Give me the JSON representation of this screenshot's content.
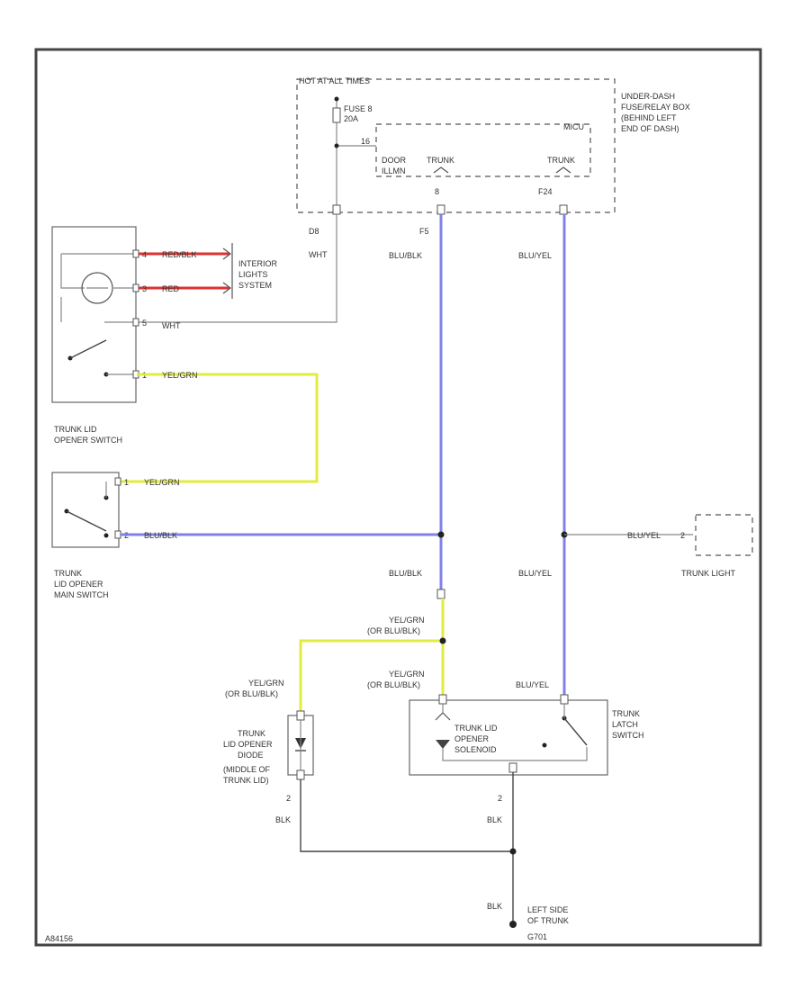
{
  "colors": {
    "blue": "#8080e8",
    "yellow": "#e0ec40",
    "red": "#e03030",
    "frame": "#444444"
  },
  "underdash": {
    "header": "HOT AT ALL TIMES",
    "fuse_line1": "FUSE 8",
    "fuse_line2": "20A",
    "label_line1": "UNDER-DASH",
    "label_line2": "FUSE/RELAY BOX",
    "label_line3": "(BEHIND LEFT",
    "label_line4": "END OF DASH)",
    "module_label": "MICU",
    "pin_left": "16",
    "door_line1": "DOOR",
    "door_line2": "ILLMN",
    "trunk_label_a": "TRUNK",
    "trunk_label_b": "TRUNK",
    "pin_trunk_a": "8",
    "pin_trunk_b": "F24",
    "pin_out_left": "D8",
    "pin_out_mid": "F5"
  },
  "wires": {
    "wht_1": "WHT",
    "wht_2": "WHT",
    "bluyel_top": "BLU/YEL",
    "blublk_top": "BLU/BLK",
    "red_blk": "RED/BLK",
    "red": "RED",
    "yelgrn_1": "YEL/GRN",
    "yelgrn_2": "YEL/GRN",
    "blublk_main": "BLU/BLK",
    "bluyel_trunk": "BLU/YEL",
    "blublk_mid": "BLU/BLK",
    "bluyel_mid": "BLU/YEL",
    "yelgrn_or_a": "YEL/GRN",
    "or_blublk_a": "(OR BLU/BLK)",
    "yelgrn_or_b": "YEL/GRN",
    "or_blublk_b": "(OR BLU/BLK)",
    "yelgrn_or_c": "YEL/GRN",
    "or_blublk_c": "(OR BLU/BLK)",
    "bluyel_low": "BLU/YEL",
    "blk_1": "BLK",
    "blk_2": "BLK",
    "blk_3": "BLK"
  },
  "components": {
    "interior_line1": "INTERIOR",
    "interior_line2": "LIGHTS",
    "interior_line3": "SYSTEM",
    "opener_switch_line1": "TRUNK LID",
    "opener_switch_line2": "OPENER SWITCH",
    "main_switch_line1": "TRUNK",
    "main_switch_line2": "LID OPENER",
    "main_switch_line3": "MAIN SWITCH",
    "trunk_light": "TRUNK LIGHT",
    "diode_line1": "TRUNK",
    "diode_line2": "LID OPENER",
    "diode_line3": "DIODE",
    "diode_line4": "(MIDDLE OF",
    "diode_line5": "TRUNK LID)",
    "solenoid_line1": "TRUNK LID",
    "solenoid_line2": "OPENER",
    "solenoid_line3": "SOLENOID",
    "latch_line1": "TRUNK",
    "latch_line2": "LATCH",
    "latch_line3": "SWITCH",
    "ground_line1": "LEFT SIDE",
    "ground_line2": "OF TRUNK",
    "ground_line3": "G701",
    "code": "A84156"
  },
  "pins": {
    "p_red_blk": "4",
    "p_red": "3",
    "p_wht": "5",
    "p_yelgrn": "1",
    "p_main_1": "1",
    "p_main_2": "2",
    "p_light": "2",
    "p_diode": "2",
    "p_sol": "2"
  }
}
